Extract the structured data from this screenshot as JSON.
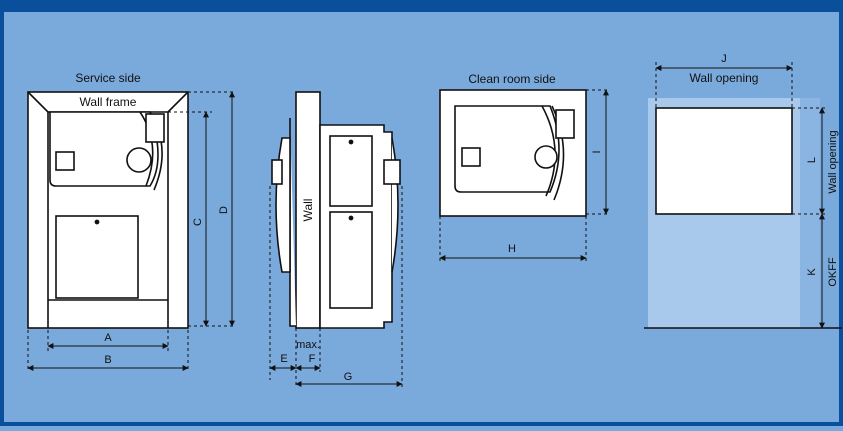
{
  "colors": {
    "background": "#7aa9dc",
    "top_band": "#0a4f9c",
    "frame_border": "#0a4f9c",
    "wall_zone": "#a9c9ec",
    "wall_zone_strip": "#8ab4e2",
    "line": "#111111",
    "fill": "#ffffff"
  },
  "labels": {
    "service_side": "Service side",
    "wall_frame": "Wall frame",
    "clean_room_side": "Clean room side",
    "wall": "Wall",
    "wall_opening_top": "Wall opening",
    "wall_opening_side": "Wall opening",
    "okff": "OKFF",
    "max": "max."
  },
  "dimensions": {
    "A": "A",
    "B": "B",
    "C": "C",
    "D": "D",
    "E": "E",
    "F": "F",
    "G": "G",
    "H": "H",
    "I": "I",
    "J": "J",
    "K": "K",
    "L": "L"
  }
}
